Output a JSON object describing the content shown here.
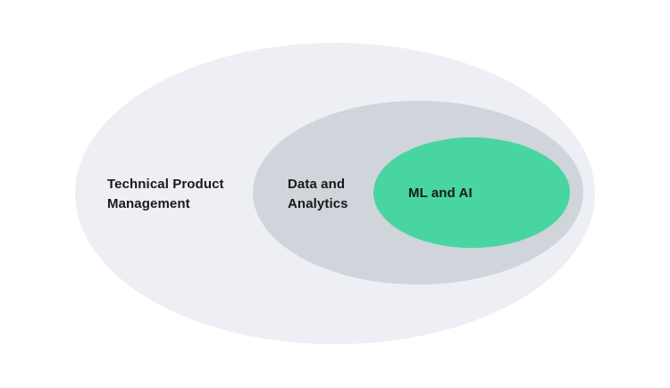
{
  "diagram": {
    "type": "nested-euler-diagram",
    "background_color": "#ffffff",
    "label_text_color": "#191919",
    "sets": [
      {
        "label": "Technical Product Management",
        "label_lines": {
          "line1": "Technical Product",
          "line2": "Management"
        },
        "fill": "#EDEFF4",
        "level": "outer"
      },
      {
        "label": "Data and Analytics",
        "label_lines": {
          "line1": "Data and",
          "line2": "Analytics"
        },
        "fill": "#D0D4DB",
        "level": "middle"
      },
      {
        "label": "ML and AI",
        "label_lines": {
          "line1": "ML and AI"
        },
        "fill": "#48D5A1",
        "level": "inner"
      }
    ]
  }
}
